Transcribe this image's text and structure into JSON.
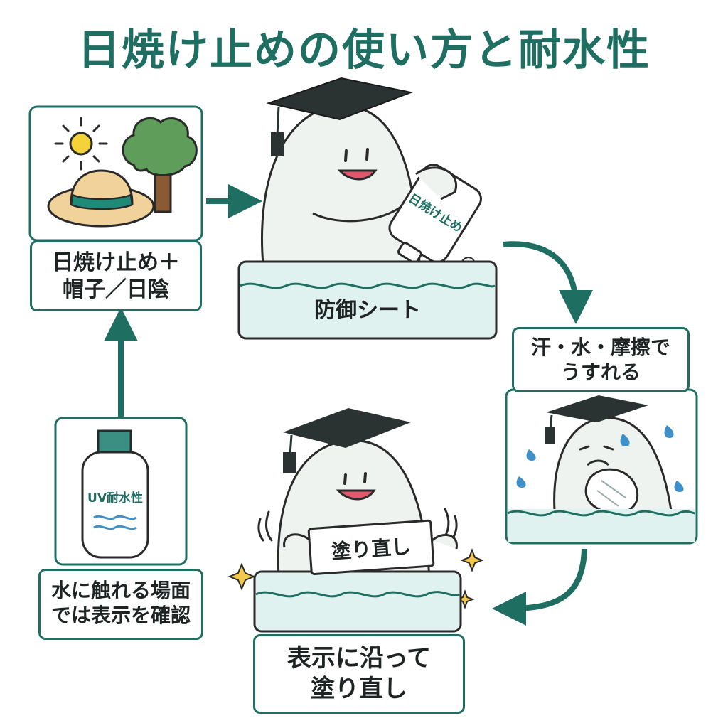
{
  "title": "日焼け止めの使い方と耐水性",
  "steps": {
    "combine": {
      "line1": "日焼け止め＋",
      "line2": "帽子／日陰"
    },
    "barrier": {
      "label": "防御シート",
      "bottle_text": "日焼け止め"
    },
    "wear": {
      "line1": "汗・水・摩擦で",
      "line2": "うすれる"
    },
    "reapply": {
      "sign": "塗り直し",
      "line1": "表示に沿って",
      "line2": "塗り直し"
    },
    "check": {
      "bottle_text": "UV耐水性",
      "line1": "水に触れる場面",
      "line2": "では表示を確認"
    }
  },
  "colors": {
    "accent": "#1f6e62",
    "water": "#dff2ef",
    "character": "#eef3f0",
    "cap": "#2a3232"
  }
}
